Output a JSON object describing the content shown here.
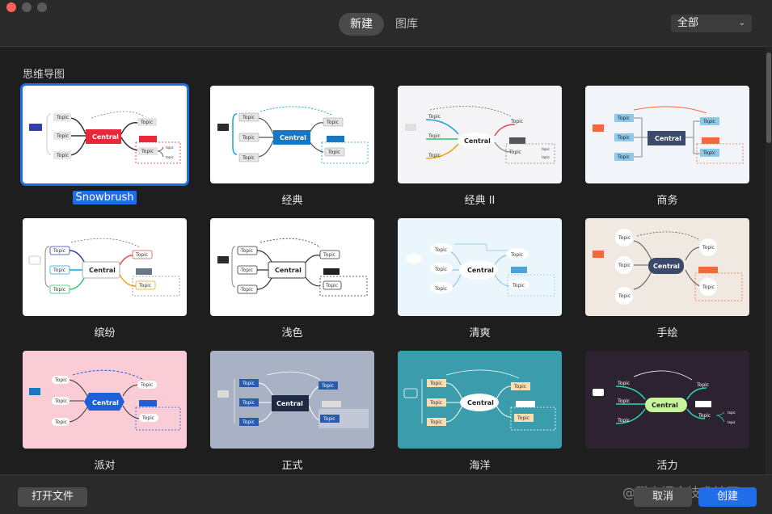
{
  "window": {
    "tabs": [
      {
        "label": "新建",
        "active": true
      },
      {
        "label": "图库",
        "active": false
      }
    ],
    "filter": {
      "value": "全部"
    }
  },
  "section": {
    "title": "思维导图"
  },
  "templates": [
    {
      "name": "Snowbrush",
      "selected": true
    },
    {
      "name": "经典"
    },
    {
      "name": "经典 II"
    },
    {
      "name": "商务"
    },
    {
      "name": "缤纷"
    },
    {
      "name": "浅色"
    },
    {
      "name": "清爽"
    },
    {
      "name": "手绘"
    },
    {
      "name": "派对"
    },
    {
      "name": "正式"
    },
    {
      "name": "海洋"
    },
    {
      "name": "活力"
    }
  ],
  "preview": {
    "central": "Central",
    "topic": "Topic",
    "subtopic": "topic"
  },
  "footer": {
    "open_file": "打开文件",
    "cancel": "取消",
    "create": "创建",
    "watermark": "@稀土掘金技术社区"
  },
  "colors": {
    "accent": "#1f6ee8"
  }
}
